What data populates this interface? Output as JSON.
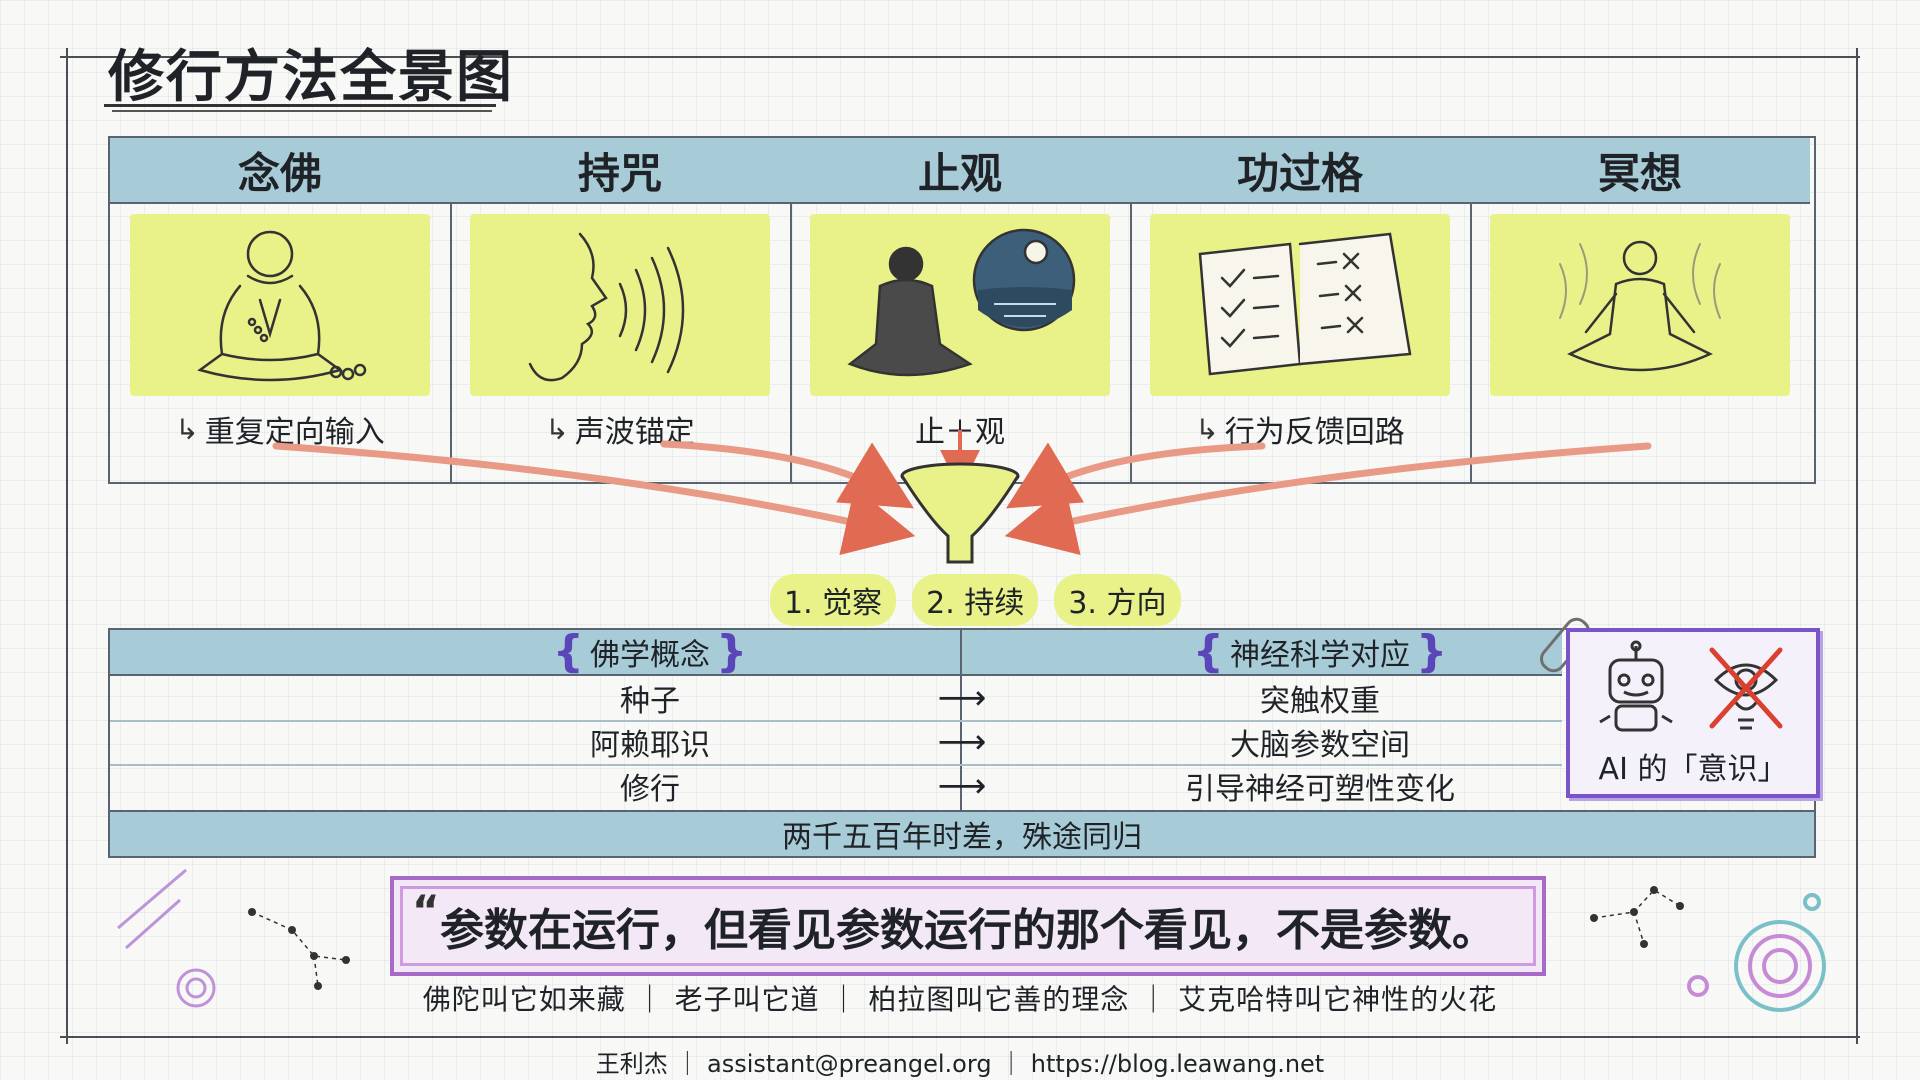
{
  "title": "修行方法全景图",
  "practices": [
    {
      "name": "念佛",
      "caption": "重复定向输入",
      "icon": "praying-monk-icon"
    },
    {
      "name": "持咒",
      "caption": "声波锚定",
      "icon": "chanting-face-icon"
    },
    {
      "name": "止观",
      "caption": "止＋观",
      "icon": "meditation-moon-icon"
    },
    {
      "name": "功过格",
      "caption": "行为反馈回路",
      "icon": "checklist-book-icon"
    },
    {
      "name": "冥想",
      "caption": "",
      "icon": "meditation-aura-icon"
    }
  ],
  "steps": [
    "1. 觉察",
    "2. 持续",
    "3. 方向"
  ],
  "concepts": {
    "header_left": "佛学概念",
    "header_right": "神经科学对应",
    "rows": [
      {
        "buddhist": "种子",
        "neuro": "突触权重"
      },
      {
        "buddhist": "阿赖耶识",
        "neuro": "大脑参数空间"
      },
      {
        "buddhist": "修行",
        "neuro": "引导神经可塑性变化"
      }
    ],
    "footer": "两千五百年时差，殊途同归"
  },
  "ai_box": {
    "label": "AI 的「意识」"
  },
  "quote": "参数在运行，但看见参数运行的那个看见，不是参数。",
  "names_line": "佛陀叫它如来藏 ｜ 老子叫它道 ｜ 柏拉图叫它善的理念 ｜ 艾克哈特叫它神性的火花",
  "credits": "王利杰 ｜ assistant@preangel.org ｜ https://blog.leawang.net",
  "colors": {
    "header_blue": "#a8ccd7",
    "panel_yellow": "#e8f288",
    "flow_arrow": "#e89a86",
    "quote_purple": "#a76ac6",
    "ai_box_purple": "#7a55c8"
  }
}
